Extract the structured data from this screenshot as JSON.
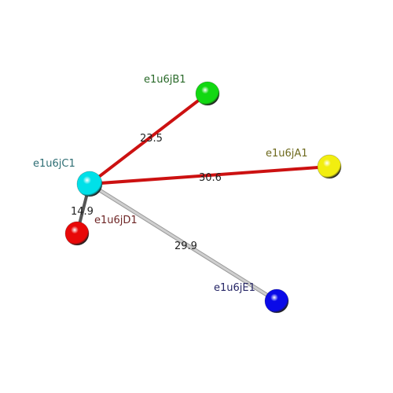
{
  "nodes": [
    {
      "id": "C1",
      "label": "e1u6jC1",
      "color": "#00e0e8",
      "label_color": "#2e6e74"
    },
    {
      "id": "B1",
      "label": "e1u6jB1",
      "color": "#12d812",
      "label_color": "#2a6a2a"
    },
    {
      "id": "A1",
      "label": "e1u6jA1",
      "color": "#f2ee10",
      "label_color": "#6e6a1e"
    },
    {
      "id": "D1",
      "label": "e1u6jD1",
      "color": "#e80808",
      "label_color": "#6e2626"
    },
    {
      "id": "E1",
      "label": "e1u6jE1",
      "color": "#0a0ae8",
      "label_color": "#262666"
    }
  ],
  "edges": [
    {
      "from": "C1",
      "to": "B1",
      "label": "23.5",
      "color": "#cc1111"
    },
    {
      "from": "C1",
      "to": "A1",
      "label": "30.6",
      "color": "#cc1111"
    },
    {
      "from": "C1",
      "to": "D1",
      "label": "14.9",
      "color": "#555555"
    },
    {
      "from": "C1",
      "to": "E1",
      "label": "29.9",
      "color": "#cfcfcf"
    }
  ]
}
